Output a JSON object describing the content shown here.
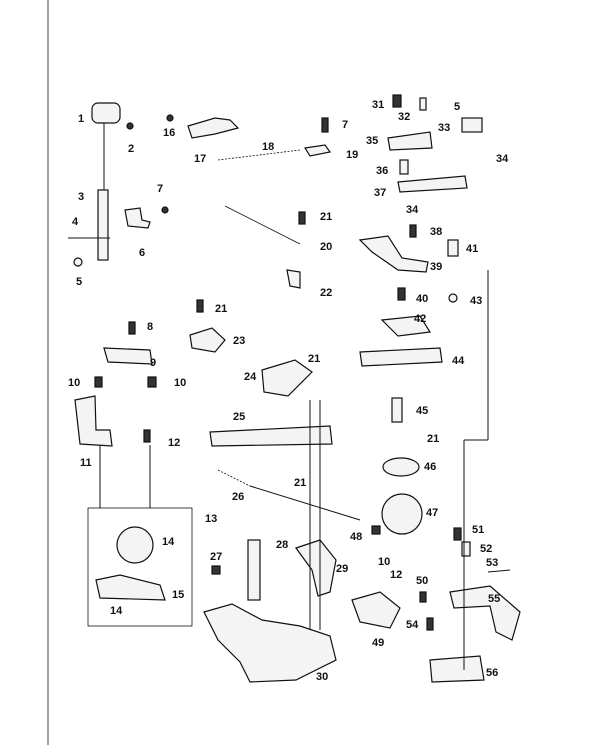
{
  "diagram": {
    "callouts": [
      "1",
      "2",
      "3",
      "4",
      "5",
      "6",
      "7",
      "7",
      "8",
      "9",
      "10",
      "10",
      "11",
      "12",
      "13",
      "14",
      "14",
      "15",
      "16",
      "17",
      "18",
      "19",
      "20",
      "21",
      "21",
      "21",
      "21",
      "21",
      "22",
      "23",
      "24",
      "25",
      "26",
      "27",
      "28",
      "29",
      "30",
      "31",
      "32",
      "33",
      "34",
      "34",
      "35",
      "36",
      "37",
      "38",
      "39",
      "40",
      "41",
      "42",
      "43",
      "44",
      "45",
      "46",
      "47",
      "48",
      "49",
      "50",
      "51",
      "52",
      "53",
      "54",
      "55",
      "56",
      "5",
      "12",
      "10"
    ]
  }
}
